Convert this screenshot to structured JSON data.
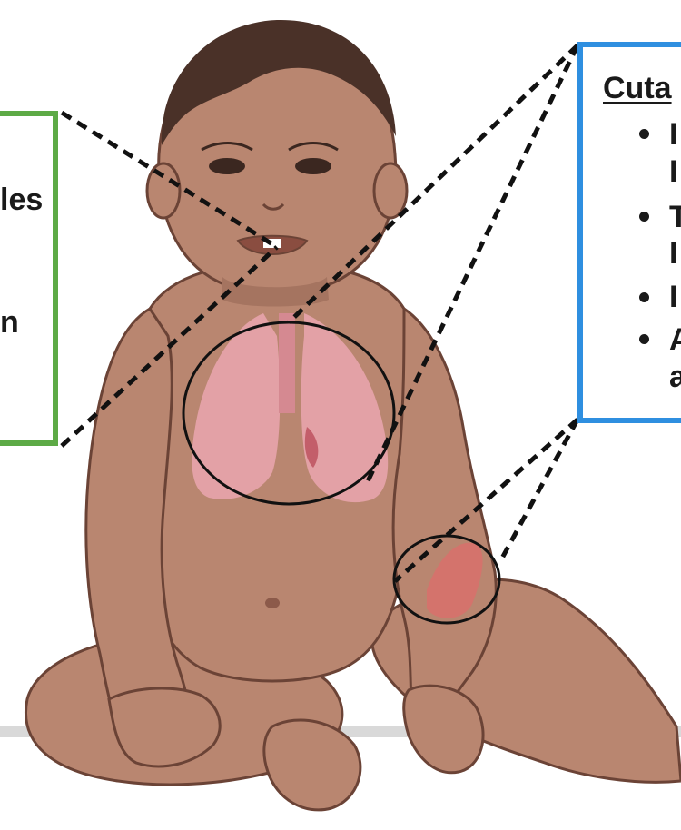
{
  "left_panel": {
    "border_color": "#5daa46",
    "lines": [
      "les",
      "n"
    ]
  },
  "right_panel": {
    "border_color": "#2f8fe0",
    "title": "Cuta",
    "items": [
      {
        "first": "I",
        "second": "I"
      },
      {
        "first": "T",
        "second": "I"
      },
      {
        "first": "I",
        "second": ""
      },
      {
        "first": "A",
        "second": "a"
      }
    ]
  },
  "colors": {
    "skin": "#b98670",
    "skin_shadow": "#a57460",
    "hair": "#4a3128",
    "lungs": "#e8a4ac",
    "lesion": "#d4736c",
    "outline": "#6b4336"
  }
}
